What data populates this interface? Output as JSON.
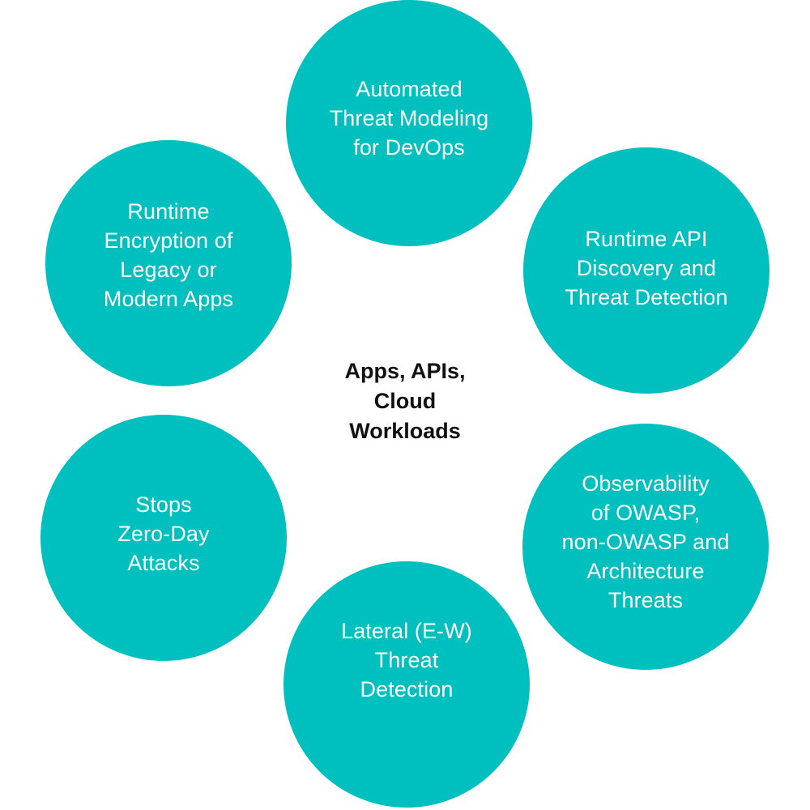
{
  "diagram": {
    "title": "Apps, APIs,\nCloud\nWorkloads",
    "accent_color": "#00bfbf",
    "text_color_on_accent": "#ffffff",
    "center_text_color": "#111111",
    "nodes": [
      {
        "id": "top",
        "label": "Automated\nThreat Modeling\nfor DevOps"
      },
      {
        "id": "right-up",
        "label": "Runtime API\nDiscovery and\nThreat Detection"
      },
      {
        "id": "right-down",
        "label": "Observability\nof OWASP,\nnon-OWASP and\nArchitecture\nThreats"
      },
      {
        "id": "bottom",
        "label": "Lateral (E-W)\nThreat\nDetection"
      },
      {
        "id": "left-down",
        "label": "Stops\nZero-Day\nAttacks"
      },
      {
        "id": "left-up",
        "label": "Runtime\nEncryption of\nLegacy or\nModern Apps"
      }
    ]
  }
}
